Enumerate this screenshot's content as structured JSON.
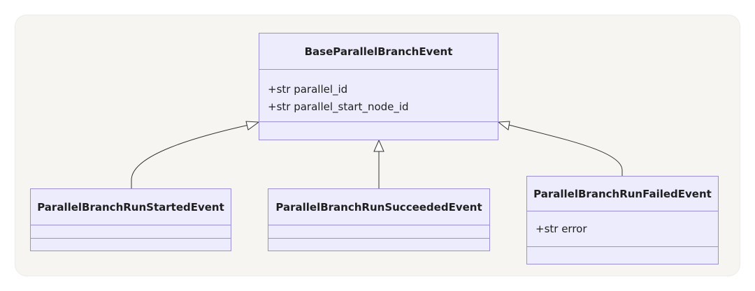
{
  "diagram": {
    "base": {
      "name": "BaseParallelBranchEvent",
      "attributes": [
        "+str parallel_id",
        "+str parallel_start_node_id"
      ]
    },
    "children": [
      {
        "name": "ParallelBranchRunStartedEvent",
        "attributes": []
      },
      {
        "name": "ParallelBranchRunSucceededEvent",
        "attributes": []
      },
      {
        "name": "ParallelBranchRunFailedEvent",
        "attributes": [
          "+str error"
        ]
      }
    ],
    "relation": "inheritance",
    "colors": {
      "box_fill": "#ececfd",
      "box_border": "#9b8fd6",
      "edge": "#333333",
      "background": "#f6f5f2"
    }
  }
}
